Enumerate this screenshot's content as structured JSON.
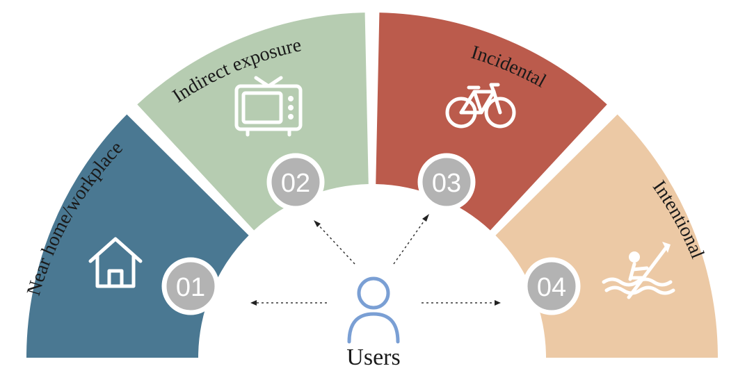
{
  "diagram": {
    "center_label": "Users",
    "segments": [
      {
        "number": "01",
        "label": "Near home/workplace",
        "color": "#4a7892",
        "icon": "house-icon"
      },
      {
        "number": "02",
        "label": "Indirect exposure",
        "color": "#b6ccb1",
        "icon": "tv-icon"
      },
      {
        "number": "03",
        "label": "Incidental",
        "color": "#bb5b4c",
        "icon": "bicycle-icon"
      },
      {
        "number": "04",
        "label": "Intentional",
        "color": "#ecc9a5",
        "icon": "kayak-icon"
      }
    ],
    "badge_color": "#b3b3b3",
    "user_icon_color": "#7a9fd4"
  }
}
